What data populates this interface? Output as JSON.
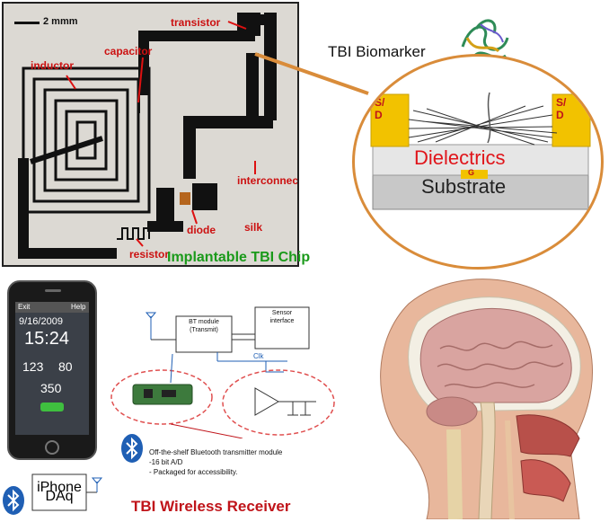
{
  "chip": {
    "scale_label": "2 mmm",
    "caption": "Implantable TBI Chip",
    "components": {
      "inductor": "inductor",
      "capacitor": "capacitor",
      "transistor": "transistor",
      "interconnect": "interconnect",
      "diode": "diode",
      "silk": "silk",
      "resistor": "resistor"
    }
  },
  "biomarker": {
    "label": "TBI Biomarker",
    "sd_left": "S/\nD",
    "sd_right": "S/\nD",
    "gate": "G",
    "dielectrics": "Dielectrics",
    "substrate": "Substrate"
  },
  "phone": {
    "exit": "Exit",
    "help": "Help",
    "date": "9/16/2009",
    "time": "15:24",
    "val1": "123",
    "val2": "80",
    "val3": "350"
  },
  "circuit": {
    "bt_module": "BT module\n(Transmit)",
    "sensor": "Sensor\ninterface",
    "clk": "Clk"
  },
  "bt_notes": {
    "line1": "Off-the-shelf Bluetooth transmitter module",
    "line2": "-16 bit A/D",
    "line3": "- Packaged for accessibility."
  },
  "receiver": {
    "daq": "iPhone\nDAq",
    "caption": "TBI Wireless Receiver"
  },
  "colors": {
    "chip_caption": "#1a9a1a",
    "receiver_caption": "#c0141a",
    "dielectrics": "#e0141a",
    "accent_orange": "#d98c3a",
    "bluetooth": "#1f5fb4"
  }
}
